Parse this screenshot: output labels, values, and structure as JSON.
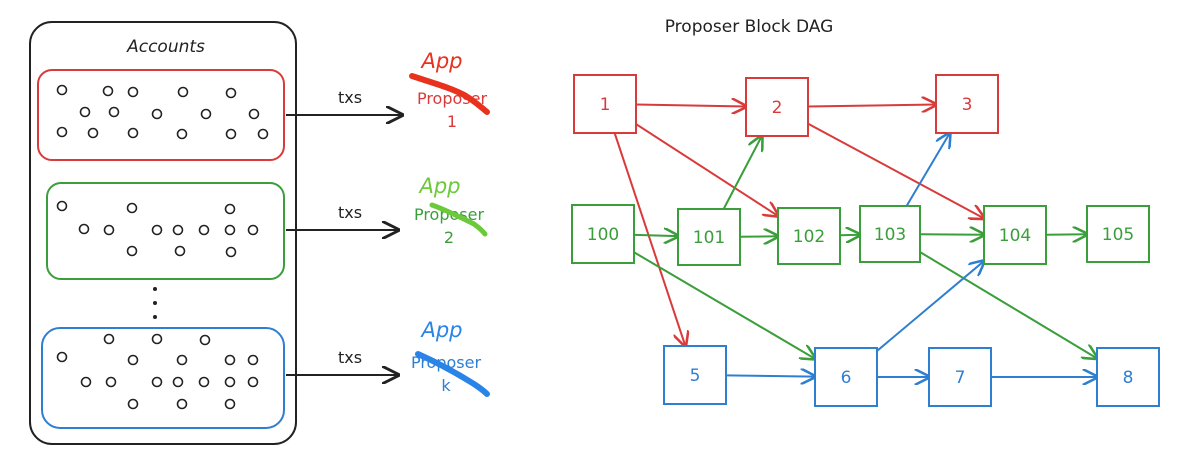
{
  "left_panel": {
    "title": "Accounts",
    "ellipsis": ":",
    "groups": [
      {
        "color": "#d93a3a",
        "arrow_label": "txs",
        "proposer_label_line1": "Proposer",
        "proposer_label_line2": "1",
        "app_label": "App",
        "app_color": "#e8321e"
      },
      {
        "color": "#3a9e3a",
        "arrow_label": "txs",
        "proposer_label_line1": "Proposer",
        "proposer_label_line2": "2",
        "app_label": "App",
        "app_color": "#6cc93a"
      },
      {
        "color": "#2f7fd0",
        "arrow_label": "txs",
        "proposer_label_line1": "Proposer",
        "proposer_label_line2": "k",
        "app_label": "App",
        "app_color": "#2a84e8"
      }
    ]
  },
  "dag": {
    "title": "Proposer Block DAG",
    "colors": {
      "red": "#d93a3a",
      "green": "#3a9e3a",
      "blue": "#2f7fd0"
    },
    "nodes": [
      {
        "id": "n1",
        "label": "1",
        "color": "red"
      },
      {
        "id": "n2",
        "label": "2",
        "color": "red"
      },
      {
        "id": "n3",
        "label": "3",
        "color": "red"
      },
      {
        "id": "n100",
        "label": "100",
        "color": "green"
      },
      {
        "id": "n101",
        "label": "101",
        "color": "green"
      },
      {
        "id": "n102",
        "label": "102",
        "color": "green"
      },
      {
        "id": "n103",
        "label": "103",
        "color": "green"
      },
      {
        "id": "n104",
        "label": "104",
        "color": "green"
      },
      {
        "id": "n105",
        "label": "105",
        "color": "green"
      },
      {
        "id": "n5",
        "label": "5",
        "color": "blue"
      },
      {
        "id": "n6",
        "label": "6",
        "color": "blue"
      },
      {
        "id": "n7",
        "label": "7",
        "color": "blue"
      },
      {
        "id": "n8",
        "label": "8",
        "color": "blue"
      }
    ],
    "edges": [
      {
        "from": "n1",
        "to": "n2",
        "color": "red"
      },
      {
        "from": "n2",
        "to": "n3",
        "color": "red"
      },
      {
        "from": "n1",
        "to": "n102",
        "color": "red"
      },
      {
        "from": "n1",
        "to": "n5",
        "color": "red"
      },
      {
        "from": "n2",
        "to": "n104",
        "color": "red"
      },
      {
        "from": "n100",
        "to": "n101",
        "color": "green"
      },
      {
        "from": "n101",
        "to": "n102",
        "color": "green"
      },
      {
        "from": "n102",
        "to": "n103",
        "color": "green"
      },
      {
        "from": "n103",
        "to": "n104",
        "color": "green"
      },
      {
        "from": "n104",
        "to": "n105",
        "color": "green"
      },
      {
        "from": "n101",
        "to": "n2",
        "color": "green"
      },
      {
        "from": "n100",
        "to": "n6",
        "color": "green"
      },
      {
        "from": "n103",
        "to": "n8",
        "color": "green"
      },
      {
        "from": "n5",
        "to": "n6",
        "color": "blue"
      },
      {
        "from": "n6",
        "to": "n7",
        "color": "blue"
      },
      {
        "from": "n7",
        "to": "n8",
        "color": "blue"
      },
      {
        "from": "n6",
        "to": "n104",
        "color": "blue"
      },
      {
        "from": "n103",
        "to": "n3",
        "color": "blue"
      }
    ]
  }
}
